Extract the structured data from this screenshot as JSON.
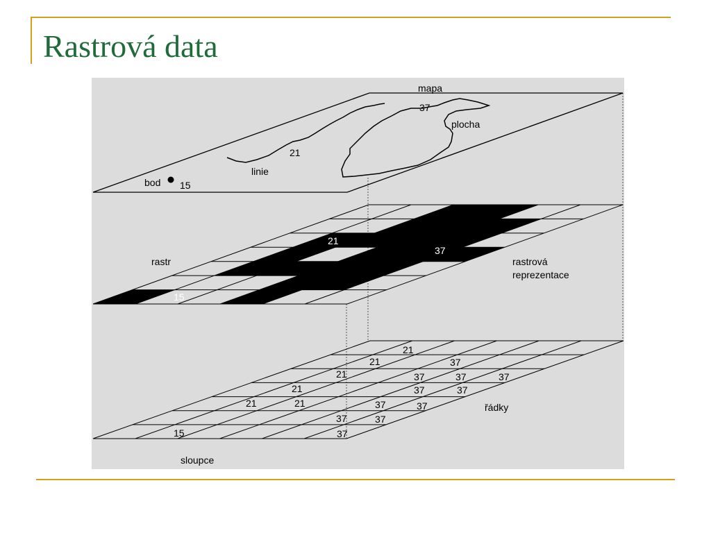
{
  "slide": {
    "title": "Rastrová data",
    "colors": {
      "title": "#1f6b3a",
      "rule": "#d4a017",
      "background": "#dcdcdc"
    }
  },
  "diagram": {
    "map_layer": {
      "title": "mapa",
      "point_label": "bod",
      "point_value": "15",
      "line_label": "linie",
      "line_value": "21",
      "area_label": "plocha",
      "area_value": "37"
    },
    "raster_layer": {
      "label": "rastr",
      "right_label_line1": "rastrová",
      "right_label_line2": "reprezentace",
      "cell_value_15": "15",
      "cell_value_21": "21",
      "cell_value_37": "37"
    },
    "grid_layer": {
      "rows_label": "řádky",
      "columns_label": "sloupce",
      "cells": [
        {
          "value": "21"
        },
        {
          "value": "21"
        },
        {
          "value": "37"
        },
        {
          "value": "21"
        },
        {
          "value": "37"
        },
        {
          "value": "37"
        },
        {
          "value": "37"
        },
        {
          "value": "21"
        },
        {
          "value": "37"
        },
        {
          "value": "37"
        },
        {
          "value": "21"
        },
        {
          "value": "21"
        },
        {
          "value": "37"
        },
        {
          "value": "37"
        },
        {
          "value": "37"
        },
        {
          "value": "37"
        },
        {
          "value": "15"
        },
        {
          "value": "37"
        }
      ]
    }
  }
}
